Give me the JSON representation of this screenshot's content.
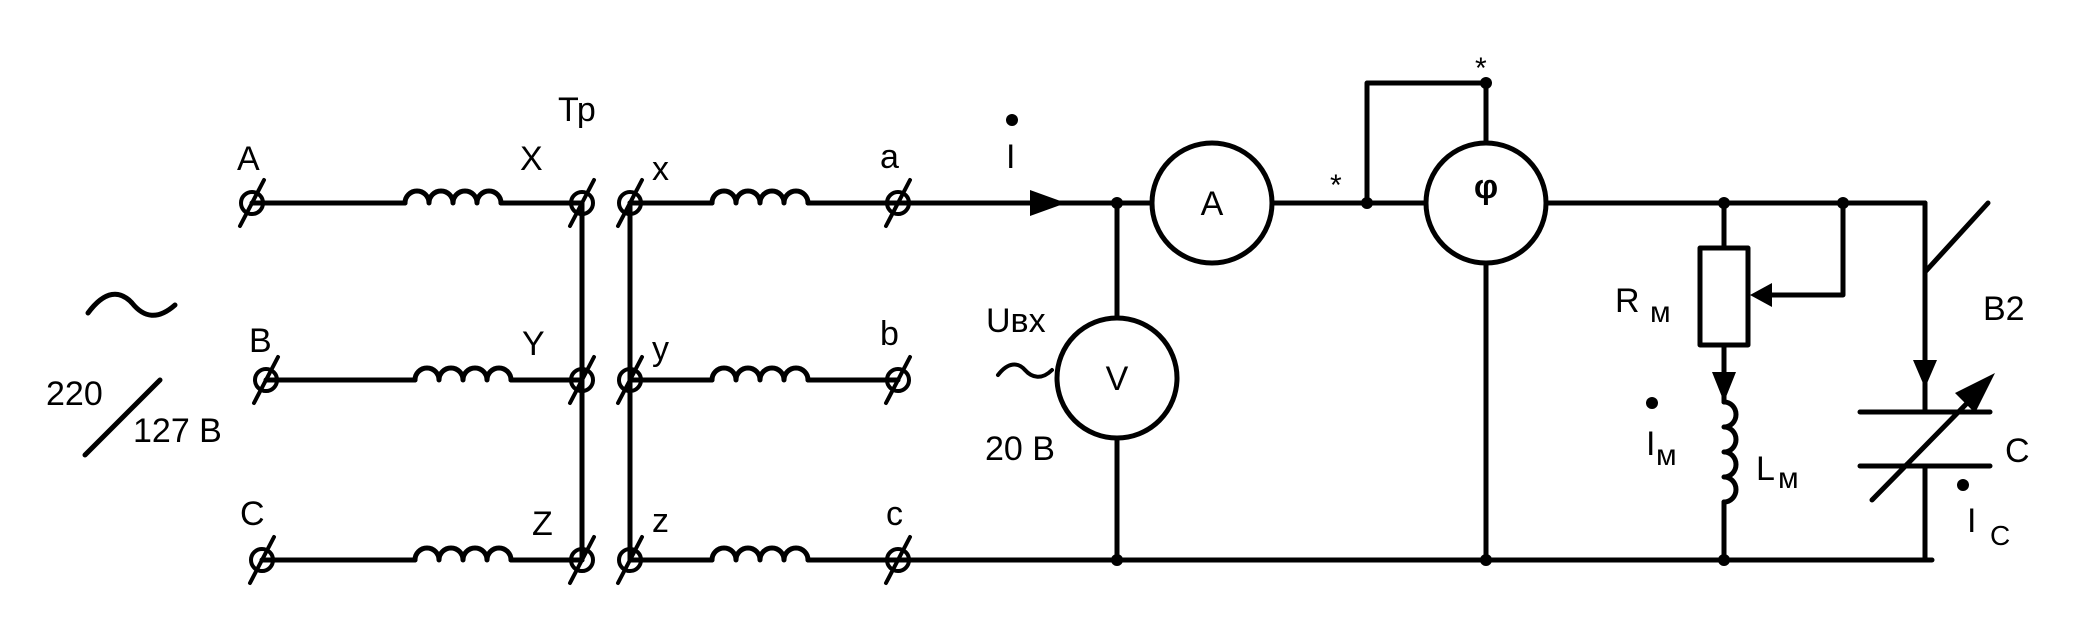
{
  "source": {
    "label_a": "A",
    "label_b": "B",
    "label_c": "C",
    "ac_symbol": "~",
    "voltage_left": "220",
    "voltage_right": "127 В"
  },
  "transformer": {
    "name": "Тр",
    "primary": [
      "X",
      "Y",
      "Z"
    ],
    "secondary": [
      "x",
      "y",
      "z"
    ]
  },
  "outputs": [
    "a",
    "b",
    "c"
  ],
  "current_I": "I",
  "voltmeter": {
    "label": "Uвх",
    "ac_symbol": "~",
    "value": "20 В",
    "symbol": "V"
  },
  "ammeter": {
    "symbol": "A"
  },
  "phasemeter": {
    "symbol": "φ",
    "star": "*"
  },
  "resistor": {
    "label_R": "R",
    "label_sub": "м"
  },
  "inductor": {
    "label_L": "L",
    "label_sub": "м"
  },
  "current_Im": {
    "label": "I",
    "sub": "м"
  },
  "switch": {
    "label": "В2"
  },
  "capacitor": {
    "label": "C"
  },
  "current_Ic": {
    "label": "I",
    "sub": "C"
  }
}
